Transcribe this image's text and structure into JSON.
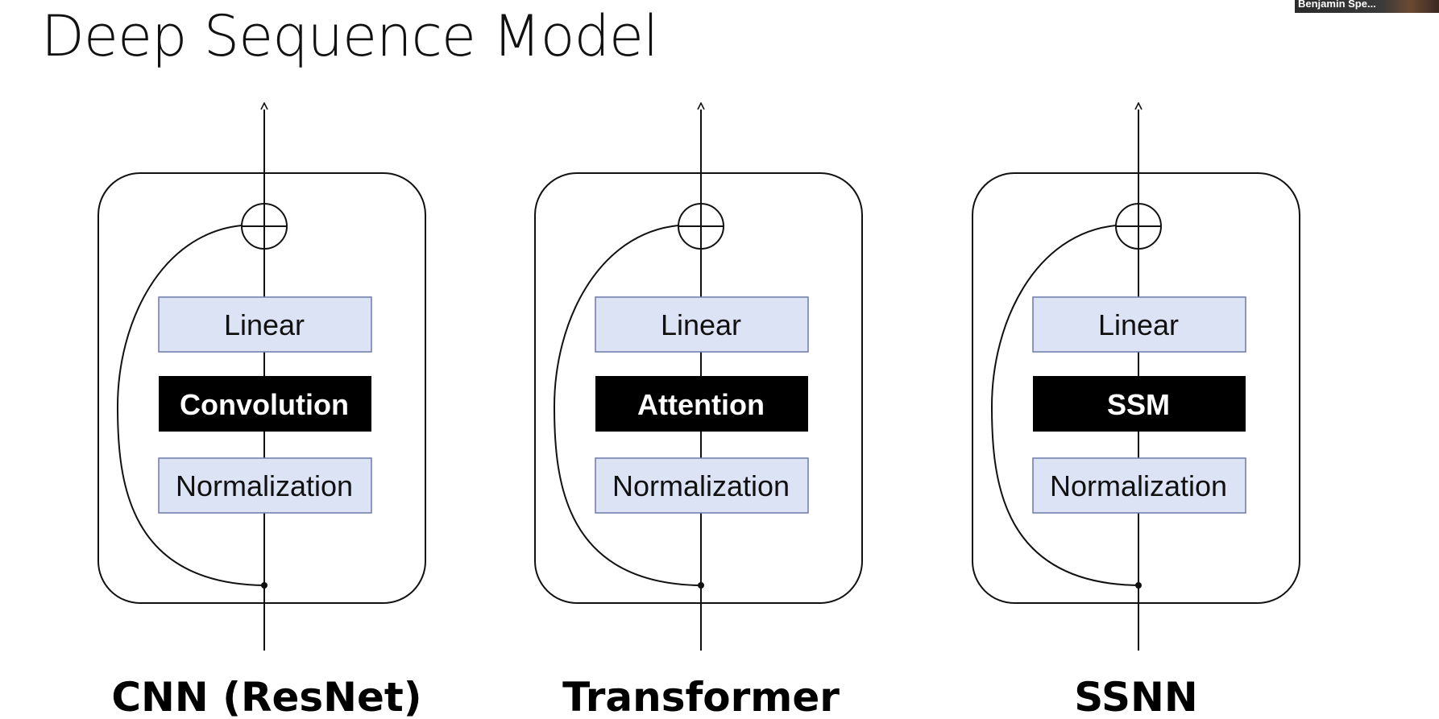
{
  "slide": {
    "title": "Deep Sequence Model",
    "speaker_name": "Benjamin Spe..."
  },
  "blocks": [
    {
      "caption": "CNN (ResNet)",
      "top_label": "Linear",
      "core_label": "Convolution",
      "bottom_label": "Normalization"
    },
    {
      "caption": "Transformer",
      "top_label": "Linear",
      "core_label": "Attention",
      "bottom_label": "Normalization"
    },
    {
      "caption": "SSNN",
      "top_label": "Linear",
      "core_label": "SSM",
      "bottom_label": "Normalization"
    }
  ],
  "colors": {
    "light_box_fill": "#dce3f5",
    "light_box_stroke": "#6b7aa8",
    "core_box_fill": "#000000",
    "core_text": "#ffffff",
    "line": "#111111"
  }
}
